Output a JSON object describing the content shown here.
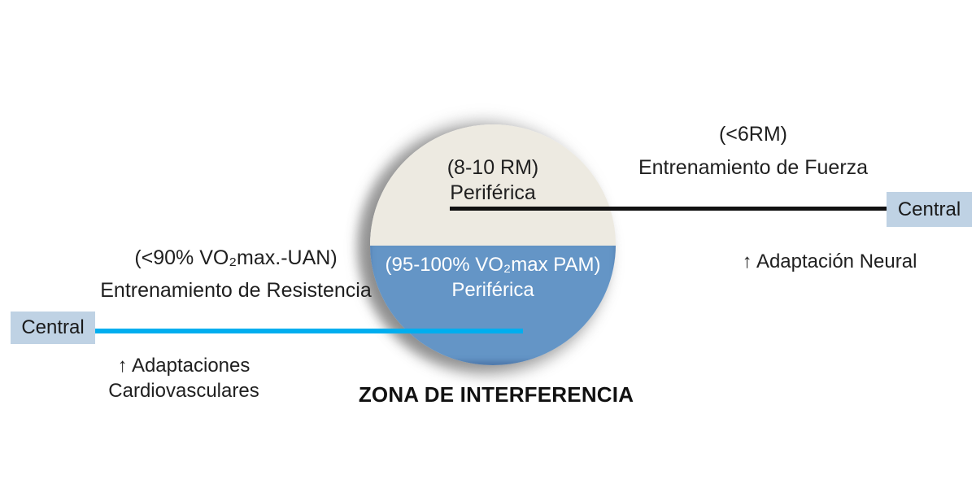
{
  "title": "ZONA DE INTERFERENCIA",
  "circle": {
    "top": {
      "intensity": "(8-10 RM)",
      "label": "Periférica"
    },
    "bottom": {
      "intensity": "(95-100% VO₂max PAM)",
      "label": "Periférica"
    }
  },
  "endurance": {
    "intensity": "(<90% VO₂max.-UAN)",
    "training_label": "Entrenamiento de Resistencia",
    "central_label": "Central",
    "adaptation_line1": "↑ Adaptaciones",
    "adaptation_line2": "Cardiovasculares",
    "line_color": "#00AEEF"
  },
  "strength": {
    "intensity": "(<6RM)",
    "training_label": "Entrenamiento de Fuerza",
    "central_label": "Central",
    "adaptation": "↑ Adaptación Neural",
    "line_color": "#111111"
  },
  "colors": {
    "circle_top_fill": "#EDEAE1",
    "circle_bottom_fill": "#6495C6",
    "central_box_fill": "#BFD2E4",
    "text": "#1F1F1F",
    "circle_bottom_text": "#FFFFFF"
  }
}
